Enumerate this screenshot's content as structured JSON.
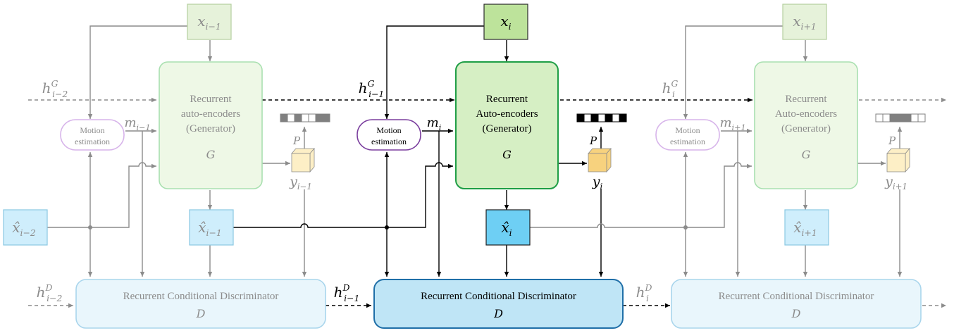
{
  "blocks": [
    {
      "active": false,
      "input": {
        "base": "x",
        "sub": "i−1"
      },
      "generator": {
        "line1": "Recurrent",
        "line2": "auto-encoders",
        "line3": "(Generator)",
        "symbol": "G"
      },
      "motion": {
        "line1": "Motion",
        "line2": "estimation"
      },
      "motion_out": {
        "base": "m",
        "sub": "i−1"
      },
      "cube_out": {
        "base": "y",
        "sub": "i−1"
      },
      "prob_label": "P",
      "recon": {
        "base": "x̂",
        "sub": "i−1"
      },
      "discriminator": {
        "title": "Recurrent Conditional Discriminator",
        "symbol": "D"
      },
      "code_pattern": [
        1,
        0,
        1,
        0,
        0,
        1,
        1
      ],
      "colors": {
        "gen_fill": "#eef8e6",
        "gen_stroke": "#a9e0b0",
        "input_fill": "#e6f2da",
        "input_stroke": "#b5cf9f",
        "recon_fill": "#cfeefc",
        "recon_stroke": "#8ac8e2",
        "disc_fill": "#e9f6fc",
        "disc_stroke": "#a9d5ec",
        "motion_stroke": "#d7b4ea",
        "cube_fill": "#fdefc6",
        "text": "#8c8c8c",
        "line": "#8c8c8c"
      }
    },
    {
      "active": true,
      "input": {
        "base": "x",
        "sub": "i"
      },
      "generator": {
        "line1": "Recurrent",
        "line2": "Auto-encoders",
        "line3": "(Generator)",
        "symbol": "G"
      },
      "motion": {
        "line1": "Motion",
        "line2": "estimation"
      },
      "motion_out": {
        "base": "m",
        "sub": "i"
      },
      "cube_out": {
        "base": "y",
        "sub": "i"
      },
      "prob_label": "P",
      "recon": {
        "base": "x̂",
        "sub": "i"
      },
      "discriminator": {
        "title": "Recurrent Conditional Discriminator",
        "symbol": "D"
      },
      "code_pattern": [
        1,
        0,
        1,
        0,
        1,
        0,
        1
      ],
      "colors": {
        "gen_fill": "#d6efc4",
        "gen_stroke": "#1f9e46",
        "input_fill": "#bde39b",
        "input_stroke": "#2b2b2b",
        "recon_fill": "#6ecff4",
        "recon_stroke": "#1f1f1f",
        "disc_fill": "#bfe5f6",
        "disc_stroke": "#1f6fa8",
        "motion_stroke": "#7b3f9e",
        "cube_fill": "#f7d27e",
        "text": "#000000",
        "line": "#000000"
      }
    },
    {
      "active": false,
      "input": {
        "base": "x",
        "sub": "i+1"
      },
      "generator": {
        "line1": "Recurrent",
        "line2": "Auto-encoders",
        "line3": "(Generator)",
        "symbol": "G"
      },
      "motion": {
        "line1": "Motion",
        "line2": "estimation"
      },
      "motion_out": {
        "base": "m",
        "sub": "i+1"
      },
      "cube_out": {
        "base": "y",
        "sub": "i+1"
      },
      "prob_label": "P",
      "recon": {
        "base": "x̂",
        "sub": "i+1"
      },
      "discriminator": {
        "title": "Recurrent Conditional Discriminator",
        "symbol": "D"
      },
      "code_pattern": [
        0,
        0,
        1,
        1,
        1,
        0,
        0
      ],
      "colors": {
        "gen_fill": "#eef8e6",
        "gen_stroke": "#a9e0b0",
        "input_fill": "#e6f2da",
        "input_stroke": "#b5cf9f",
        "recon_fill": "#cfeefc",
        "recon_stroke": "#8ac8e2",
        "disc_fill": "#e9f6fc",
        "disc_stroke": "#a9d5ec",
        "motion_stroke": "#d7b4ea",
        "cube_fill": "#fdefc6",
        "text": "#8c8c8c",
        "line": "#8c8c8c"
      }
    }
  ],
  "prev_recon": {
    "base": "x̂",
    "sub": "i−2"
  },
  "hidden_G": [
    {
      "base": "h",
      "sup": "G",
      "sub": "i−2",
      "active": false
    },
    {
      "base": "h",
      "sup": "G",
      "sub": "i−1",
      "active": true
    },
    {
      "base": "h",
      "sup": "G",
      "sub": "i",
      "active": false
    }
  ],
  "hidden_D": [
    {
      "base": "h",
      "sup": "D",
      "sub": "i−2",
      "active": false
    },
    {
      "base": "h",
      "sup": "D",
      "sub": "i−1",
      "active": true
    },
    {
      "base": "h",
      "sup": "D",
      "sub": "i",
      "active": false
    }
  ]
}
